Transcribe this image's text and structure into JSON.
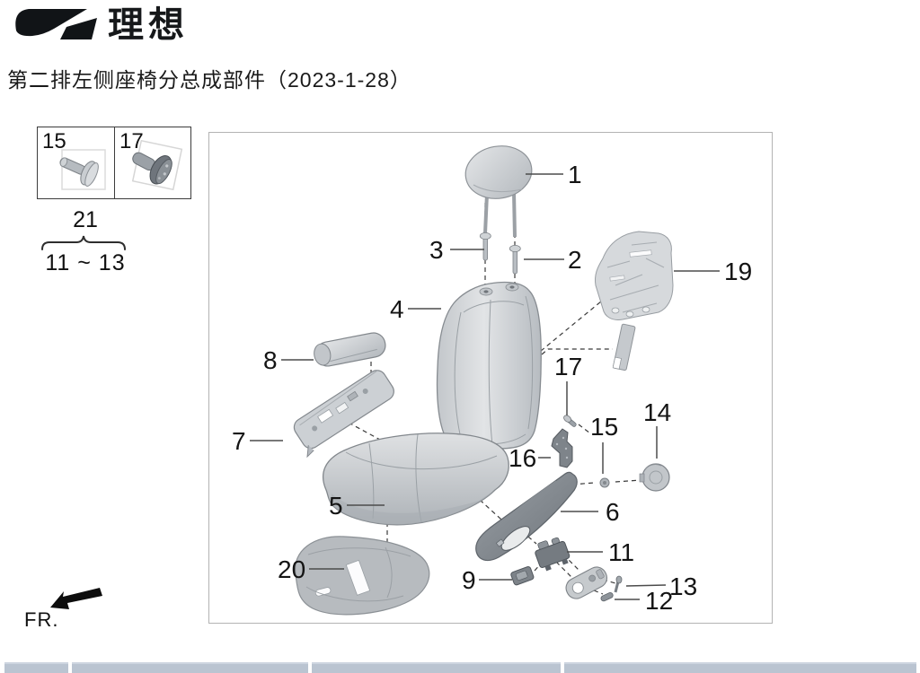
{
  "brand": {
    "logo_text": "理想"
  },
  "page_title": "第二排左侧座椅分总成部件（2023-1-28）",
  "legend_box": {
    "items": [
      {
        "number": "15",
        "icon": "pan-head-bolt"
      },
      {
        "number": "17",
        "icon": "round-head-screw"
      }
    ]
  },
  "group_note": {
    "group_number": "21",
    "range_label": "11 ~ 13"
  },
  "diagram": {
    "description": "exploded-view-of-second-row-left-seat-sub-assembly",
    "callouts": [
      {
        "label": "1"
      },
      {
        "label": "2"
      },
      {
        "label": "3"
      },
      {
        "label": "4"
      },
      {
        "label": "5"
      },
      {
        "label": "6"
      },
      {
        "label": "7"
      },
      {
        "label": "8"
      },
      {
        "label": "9"
      },
      {
        "label": "11"
      },
      {
        "label": "12"
      },
      {
        "label": "13"
      },
      {
        "label": "14"
      },
      {
        "label": "15"
      },
      {
        "label": "16"
      },
      {
        "label": "17"
      },
      {
        "label": "19"
      },
      {
        "label": "20"
      }
    ]
  },
  "orientation": {
    "front_label": "FR."
  },
  "colors": {
    "part_light": "#d9dcdf",
    "part_mid": "#b9bec3",
    "part_dark": "#7b8187",
    "leader_line": "#4c4c4c",
    "table_header_bg": "#bac4d1"
  }
}
